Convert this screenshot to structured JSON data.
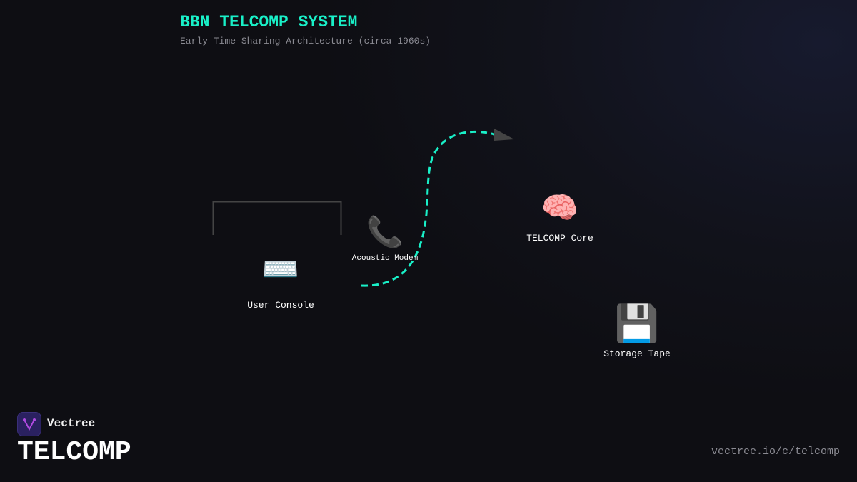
{
  "header": {
    "title": "BBN TELCOMP SYSTEM",
    "subtitle": "Early Time-Sharing Architecture (circa 1960s)"
  },
  "nodes": [
    {
      "label": "User Console",
      "icon": "keyboard-icon",
      "glyph": "⌨️"
    },
    {
      "label": "Acoustic Modem",
      "icon": "telephone-icon",
      "glyph": "📞"
    },
    {
      "label": "TELCOMP Core",
      "icon": "brain-icon",
      "glyph": "🧠"
    },
    {
      "label": "Storage Tape",
      "icon": "floppy-disk-icon",
      "glyph": "💾"
    }
  ],
  "colors": {
    "accent": "#19f0c8",
    "arrowhead": "#444444",
    "bracket": "#444444"
  },
  "footer": {
    "brand": "Vectree",
    "product": "TELCOMP",
    "url": "vectree.io/c/telcomp"
  }
}
